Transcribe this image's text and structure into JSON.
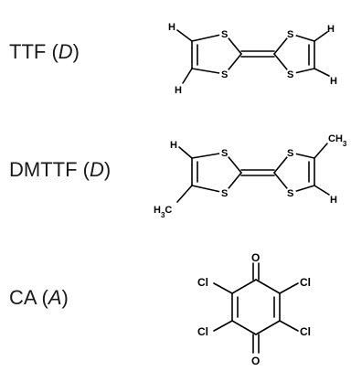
{
  "molecules": [
    {
      "name": "TTF",
      "open": " (",
      "role": "D",
      "close": ")"
    },
    {
      "name": "DMTTF",
      "open": " (",
      "role": "D",
      "close": ")"
    },
    {
      "name": "CA",
      "open": " (",
      "role": "A",
      "close": ")"
    }
  ],
  "atoms": {
    "sulfur": "S",
    "hydrogen": "H",
    "oxygen": "O",
    "chlorine": "Cl",
    "methyl_top": "CH3",
    "methyl_bottom": "H3C"
  }
}
